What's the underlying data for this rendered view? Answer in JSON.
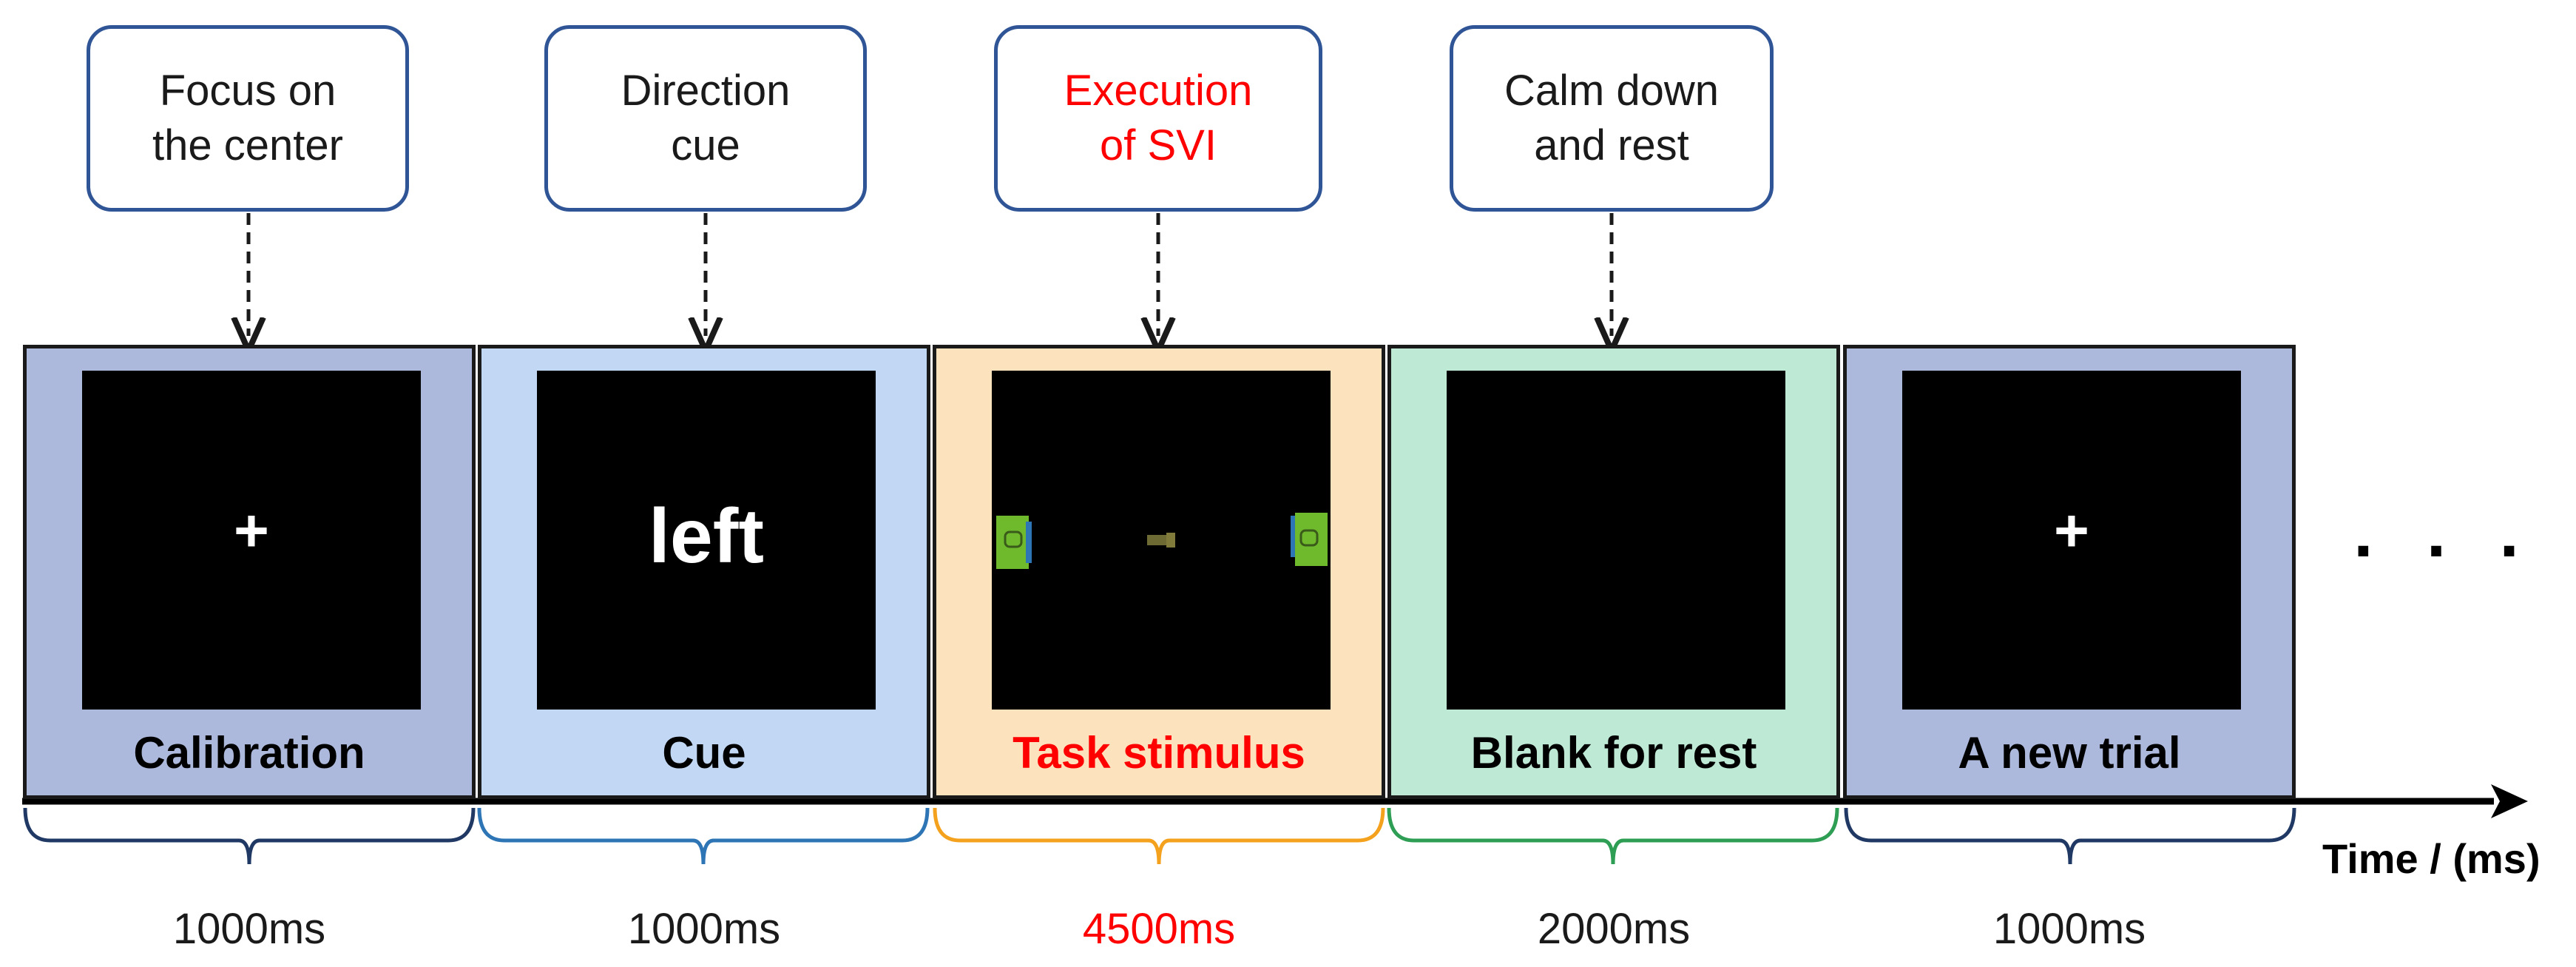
{
  "stages": [
    {
      "callout": [
        "Focus on",
        "the center"
      ],
      "symbol": "+",
      "label": "Calibration",
      "duration": "1000ms",
      "highlight": false,
      "bg": "#adb9dc"
    },
    {
      "callout": [
        "Direction",
        "cue"
      ],
      "symbol": "left",
      "label": "Cue",
      "duration": "1000ms",
      "highlight": false,
      "bg": "#c2d7f4"
    },
    {
      "callout": [
        "Execution",
        "of SVI"
      ],
      "symbol": "",
      "label": "Task stimulus",
      "duration": "4500ms",
      "highlight": true,
      "bg": "#fde3bd"
    },
    {
      "callout": [
        "Calm down",
        "and rest"
      ],
      "symbol": "",
      "label": "Blank for rest",
      "duration": "2000ms",
      "highlight": false,
      "bg": "#bde9d5"
    },
    {
      "callout": [],
      "symbol": "+",
      "label": "A new trial",
      "duration": "1000ms",
      "highlight": false,
      "bg": "#adb9dc"
    }
  ],
  "brace_colors": [
    "#203864",
    "#2e75b6",
    "#f4a11d",
    "#2e9e55",
    "#203864"
  ],
  "axis_label": "Time / (ms)",
  "ellipsis": "· · ·",
  "accent_red": "#ff0000"
}
